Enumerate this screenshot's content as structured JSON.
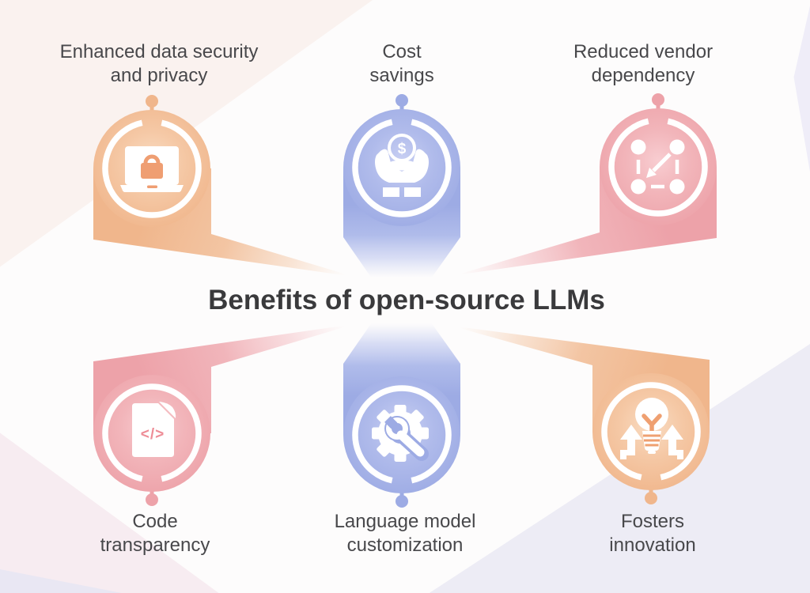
{
  "title": "Benefits of open-source LLMs",
  "items": [
    {
      "id": "security",
      "label_line1": "Enhanced data security",
      "label_line2": "and privacy",
      "icon": "laptop-lock-icon",
      "color": "#f0b68c"
    },
    {
      "id": "cost-savings",
      "label_line1": "Cost",
      "label_line2": "savings",
      "icon": "hands-dollar-icon",
      "color": "#9dabe4"
    },
    {
      "id": "vendor-dependency",
      "label_line1": "Reduced vendor",
      "label_line2": "dependency",
      "icon": "network-arrow-icon",
      "color": "#eda2a9"
    },
    {
      "id": "code-transparency",
      "label_line1": "Code",
      "label_line2": "transparency",
      "icon": "code-file-icon",
      "color": "#eda2a9"
    },
    {
      "id": "customization",
      "label_line1": "Language model",
      "label_line2": "customization",
      "icon": "gear-wrench-icon",
      "color": "#9dabe4"
    },
    {
      "id": "innovation",
      "label_line1": "Fosters",
      "label_line2": "innovation",
      "icon": "lightbulb-arrows-icon",
      "color": "#f0b68c"
    }
  ],
  "icons": {
    "dollar_glyph": "$",
    "code_glyph": "</>"
  },
  "colors": {
    "orange": "#f0b68c",
    "blue": "#9dabe4",
    "pink": "#eda2a9",
    "ring": "#ffffff",
    "label_text": "#48484b",
    "title_text": "#3a3a3c",
    "lock_accent": "#ef9e72",
    "code_accent": "#ee8d97",
    "filament_accent": "#efa071"
  }
}
